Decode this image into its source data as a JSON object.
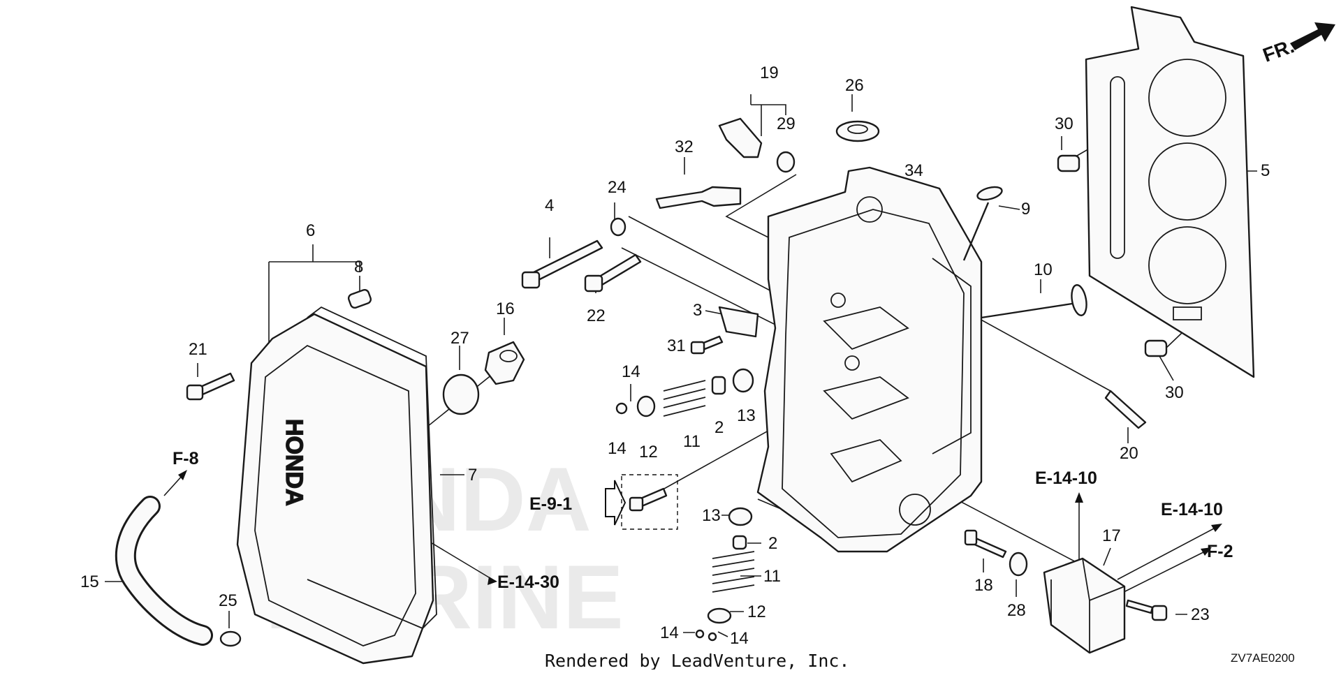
{
  "diagram": {
    "direction_label": "FR.",
    "callouts": {
      "c19": "19",
      "c29": "29",
      "c26": "26",
      "c32": "32",
      "c24": "24",
      "c4": "4",
      "c22": "22",
      "c34": "34",
      "c9": "9",
      "c30a": "30",
      "c5": "5",
      "c10": "10",
      "c30b": "30",
      "c20": "20",
      "c6": "6",
      "c8": "8",
      "c21": "21",
      "c27": "27",
      "c16": "16",
      "c3": "3",
      "c31": "31",
      "c14a": "14",
      "c14b": "14",
      "c12a": "12",
      "c11a": "11",
      "c2a": "2",
      "c13a": "13",
      "c7": "7",
      "c15": "15",
      "c25": "25",
      "c13b": "13",
      "c2b": "2",
      "c11b": "11",
      "c12b": "12",
      "c14c": "14",
      "c14d": "14",
      "c18": "18",
      "c28": "28",
      "c17": "17",
      "c23": "23"
    },
    "references": {
      "f8": "F-8",
      "e91": "E-9-1",
      "e1430": "E-14-30",
      "e1410a": "E-14-10",
      "e1410b": "E-14-10",
      "f2": "F-2"
    },
    "cover_logo_text": "HONDA"
  },
  "footer": {
    "rendered_by": "Rendered by LeadVenture, Inc.",
    "diagram_code": "ZV7AE0200"
  }
}
